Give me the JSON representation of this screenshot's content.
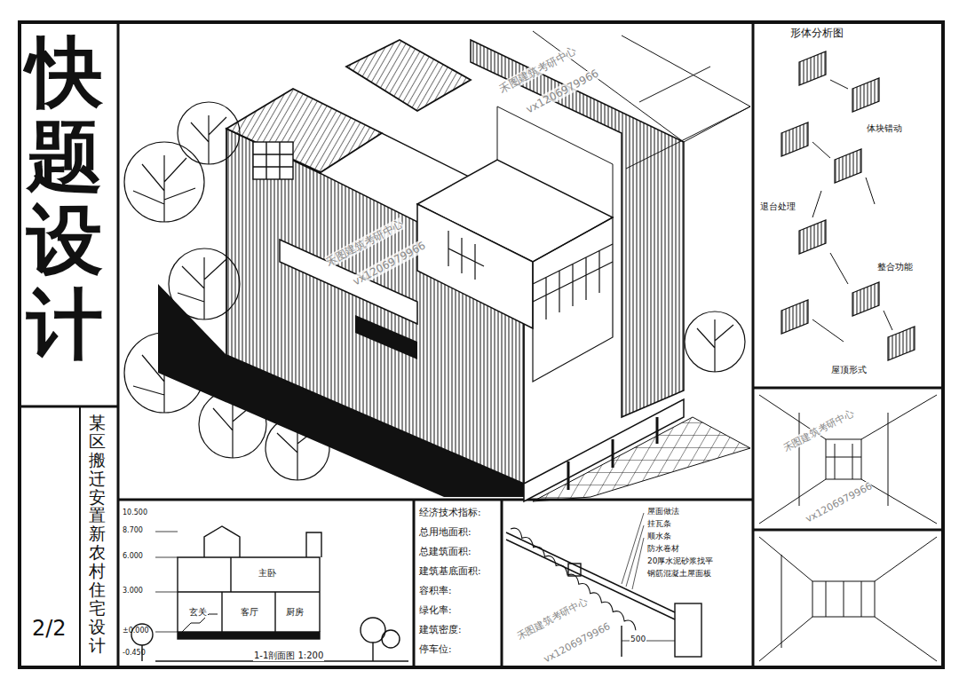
{
  "diagram": {
    "title": "快题设计",
    "nodes": [
      {
        "text": [
          "某区搬迁安置新农村住宅设计"
        ]
      },
      {
        "text": [
          "形体分析图",
          "体块错动",
          "退台处理",
          "整合功能",
          "屋顶形式"
        ]
      },
      {
        "text": [
          "10.500",
          "8.700",
          "6.000",
          "3.000",
          "±0.000",
          "-0.450",
          "主卧",
          "玄关",
          "客厅",
          "厨房",
          "1-1剖面图 1:200"
        ]
      },
      {
        "text": [
          "经济技术指标:",
          "总用地面积:",
          "总建筑面积:",
          "建筑基底面积:",
          "容积率:",
          "绿化率:",
          "建筑密度:",
          "停车位:"
        ]
      },
      {
        "text": [
          "屋面做法",
          "挂瓦条",
          "顺水条",
          "防水卷材",
          "20厚水泥砂浆找平",
          "钢筋混凝土屋面板",
          "500"
        ]
      }
    ],
    "labels": [
      "2/2",
      "禾图建筑考研中心",
      "vx1206979966",
      "禾图建筑考研中心",
      "vx1206979966",
      "禾图建筑考研中心",
      "vx1206979966",
      "禾图建筑考研中心",
      "vx1206979966"
    ]
  }
}
